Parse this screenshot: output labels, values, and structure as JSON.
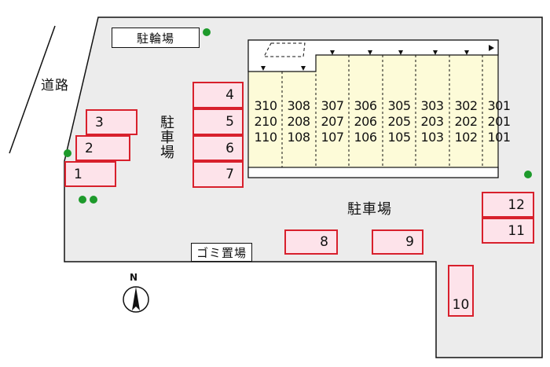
{
  "labels": {
    "road": "道路",
    "bicycle_parking": "駐輪場",
    "parking_vertical": "駐車場",
    "parking_center": "駐車場",
    "garbage": "ゴミ置場",
    "north": "N"
  },
  "building": {
    "columns": [
      [
        "310",
        "210",
        "110"
      ],
      [
        "308",
        "208",
        "108"
      ],
      [
        "307",
        "207",
        "107"
      ],
      [
        "306",
        "206",
        "106"
      ],
      [
        "305",
        "205",
        "105"
      ],
      [
        "303",
        "203",
        "103"
      ],
      [
        "302",
        "202",
        "102"
      ],
      [
        "301",
        "201",
        "101"
      ]
    ]
  },
  "parking_spots": [
    "1",
    "2",
    "3",
    "4",
    "5",
    "6",
    "7",
    "8",
    "9",
    "10",
    "11",
    "12"
  ],
  "colors": {
    "lot": "#ececec",
    "building": "#fdfbd8",
    "spot_fill": "#fde3ea",
    "spot_border": "#d8202c",
    "tree": "#1d9a2b"
  }
}
